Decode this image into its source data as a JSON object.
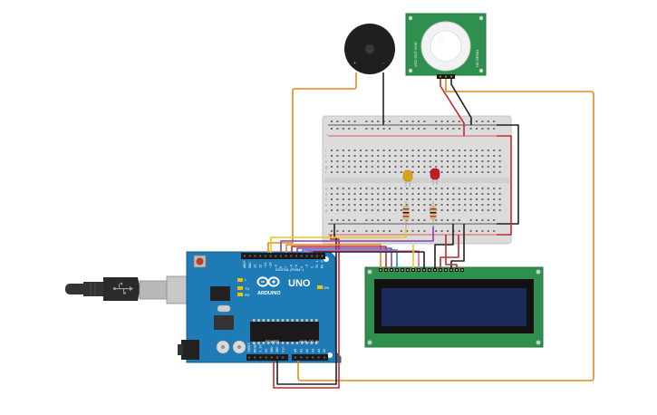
{
  "arduino": {
    "board_name": "UNO",
    "brand_text": "ARDUINO",
    "digital_header_label": "DIGITAL (PWM~)",
    "power_header_label": "POWER",
    "analog_header_label": "ANALOG IN",
    "tx_label": "TX",
    "rx_label": "RX",
    "l_label": "L",
    "on_label": "ON",
    "digital_pins": [
      "AREF",
      "GND",
      "13",
      "12",
      "~11",
      "~10",
      "~9",
      "8",
      "7",
      "~6",
      "~5",
      "4",
      "~3",
      "2",
      "TX 1",
      "RX 0"
    ],
    "power_pins": [
      "IOREF",
      "RESET",
      "3.3V",
      "5V",
      "GND",
      "GND",
      "Vin"
    ],
    "analog_pins": [
      "A0",
      "A1",
      "A2",
      "A3",
      "A4",
      "A5"
    ]
  },
  "pir_sensor": {
    "side_left_text": "VCC OUT GND",
    "side_right_text": "HC-SR501"
  },
  "breadboard": {
    "rail_plus": "+",
    "rail_minus": "-",
    "row_letters_top": [
      "j",
      "i",
      "h",
      "g",
      "f"
    ],
    "row_letters_bottom": [
      "e",
      "d",
      "c",
      "b",
      "a"
    ]
  },
  "lcd": {
    "pin_count": 16
  },
  "colors": {
    "board_blue": "#1e7bb5",
    "breadboard": "#dcdcdc",
    "pcb_green": "#2f8f4f",
    "lcd_screen": "#1c2a5a",
    "wire_orange": "#e38a1d",
    "wire_red": "#c62828",
    "wire_black": "#222222",
    "wire_yellow": "#e8c81b",
    "wire_purple": "#8b3fb0",
    "wire_blue": "#2c7fd6",
    "wire_pink": "#e25fa5"
  }
}
